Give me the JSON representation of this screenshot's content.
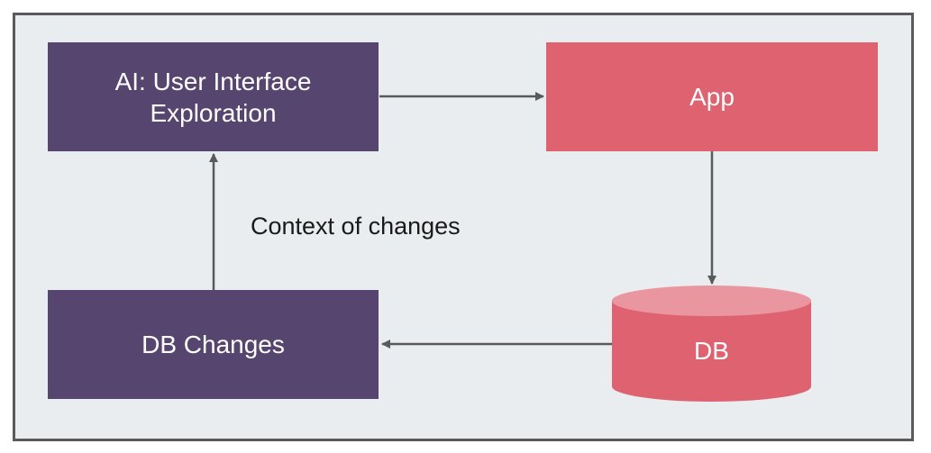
{
  "diagram": {
    "nodes": {
      "ai_exploration": {
        "line1": "AI: User Interface",
        "line2": "Exploration"
      },
      "app": {
        "label": "App"
      },
      "db": {
        "label": "DB"
      },
      "db_changes": {
        "label": "DB Changes"
      }
    },
    "edges": [
      {
        "from": "ai_exploration",
        "to": "app",
        "label": ""
      },
      {
        "from": "app",
        "to": "db",
        "label": ""
      },
      {
        "from": "db",
        "to": "db_changes",
        "label": ""
      },
      {
        "from": "db_changes",
        "to": "ai_exploration",
        "label": "Context of changes"
      }
    ],
    "colors": {
      "background": "#e9edf0",
      "border": "#5a5a5a",
      "purple_node": "#55456f",
      "red_node": "#de6270",
      "db_top": "#e996a0",
      "arrow": "#5a5a5a"
    }
  }
}
